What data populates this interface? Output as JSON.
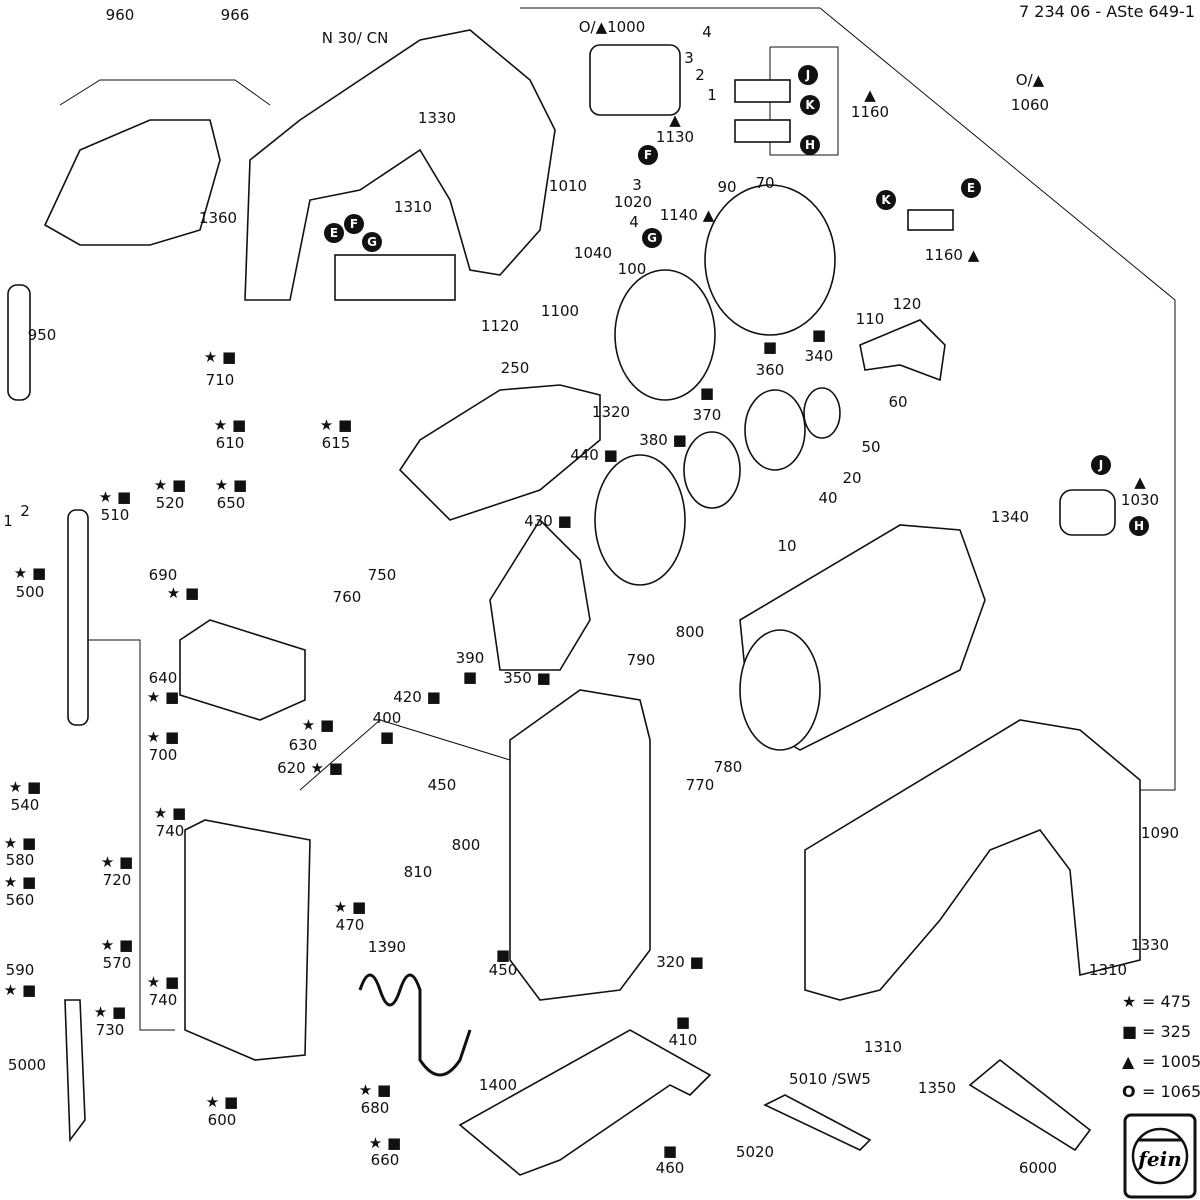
{
  "drawing_number": "7 234 06 - ASte 649-1",
  "legend": [
    {
      "symbol": "★",
      "value": "= 475"
    },
    {
      "symbol": "■",
      "value": "= 325"
    },
    {
      "symbol": "▲",
      "value": "= 1005"
    },
    {
      "symbol": "O",
      "value": "= 1065"
    }
  ],
  "logo_text": "fein",
  "labels": [
    "960",
    "966",
    "N 30/ CN",
    "O/▲1000",
    "4",
    "3",
    "2",
    "1",
    "O/▲",
    "1060",
    "▲",
    "1160",
    "1130",
    "▲",
    "1330",
    "1310",
    "1010",
    "1020",
    "3",
    "4",
    "1140 ▲",
    "90",
    "70",
    "1160 ▲",
    "1040",
    "1360",
    "1100",
    "1120",
    "100",
    "120",
    "110",
    "950",
    "★ ■",
    "710",
    "250",
    "1320",
    "■",
    "360",
    "■",
    "340",
    "■",
    "370",
    "60",
    "50",
    "380 ■",
    "440 ■",
    "20",
    "40",
    "▲",
    "1030",
    "1340",
    "★ ■",
    "610",
    "★ ■",
    "615",
    "★ ■",
    "650",
    "★ ■",
    "520",
    "★ ■",
    "510",
    "430 ■",
    "760",
    "750",
    "10",
    "1",
    "2",
    "★ ■",
    "500",
    "690",
    "★ ■",
    "800",
    "790",
    "390",
    "■",
    "350 ■",
    "420 ■",
    "400",
    "■",
    "640",
    "★ ■",
    "★ ■",
    "630",
    "620 ★ ■",
    "★ ■",
    "700",
    "450",
    "770",
    "780",
    "★ ■",
    "540",
    "★ ■",
    "740",
    "800",
    "★ ■",
    "580",
    "★ ■",
    "720",
    "810",
    "1090",
    "★ ■",
    "470",
    "★ ■",
    "560",
    "1390",
    "■",
    "450",
    "320 ■",
    "★ ■",
    "570",
    "590",
    "★ ■",
    "1330",
    "1310",
    "★ ■",
    "740",
    "★ ■",
    "730",
    "■",
    "410",
    "5000",
    "1310",
    "1350",
    "5010  /SW5",
    "1400",
    "★ ■",
    "680",
    "★ ■",
    "600",
    "★ ■",
    "660",
    "■",
    "460",
    "5020",
    "6000"
  ],
  "connectors": [
    "J",
    "K",
    "H",
    "F",
    "K",
    "E",
    "G",
    "E",
    "F",
    "G",
    "J",
    "H"
  ]
}
